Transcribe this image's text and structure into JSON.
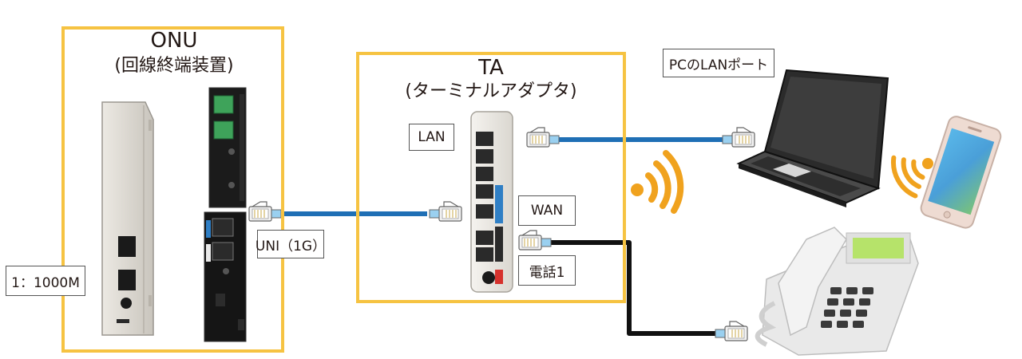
{
  "onu": {
    "title": "ONU",
    "subtitle": "(回線終端装置)",
    "uni_label": "UNI（1G）",
    "speed_label": "1：1000M"
  },
  "ta": {
    "title": "TA",
    "subtitle": "(ターミナルアダプタ)",
    "lan_label": "LAN",
    "wan_label": "WAN",
    "phone_label": "電話1"
  },
  "pc": {
    "label": "PCのLANポート"
  },
  "colors": {
    "frame": "#f6c342",
    "lan_cable": "#1f6fb5",
    "phone_cable": "#111111",
    "wifi": "#f0a21e"
  }
}
